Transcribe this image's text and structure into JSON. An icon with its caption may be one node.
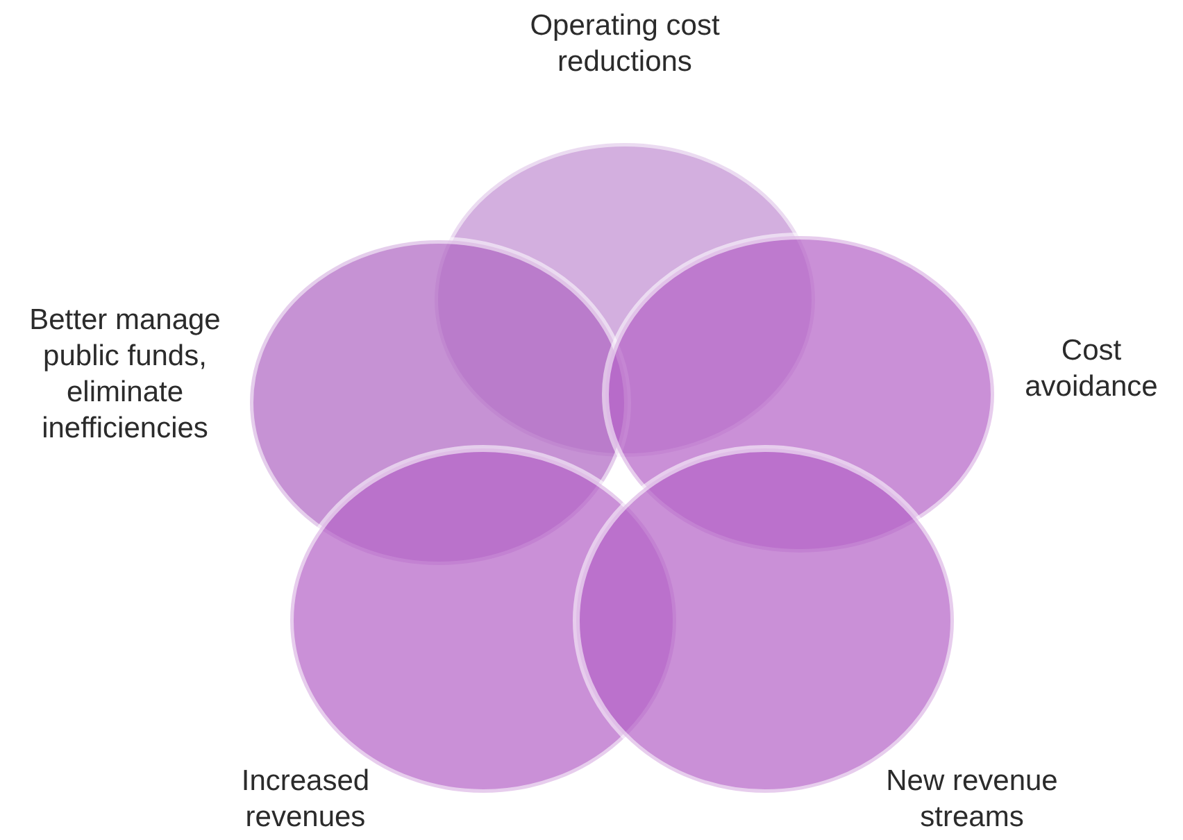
{
  "diagram": {
    "nodes": [
      {
        "text": [
          "Operating cost reductions"
        ]
      },
      {
        "text": [
          "Better manage public funds, eliminate inefficiencies"
        ]
      },
      {
        "text": [
          "Cost avoidance"
        ]
      },
      {
        "text": [
          "Increased revenues"
        ]
      },
      {
        "text": [
          "New revenue streams"
        ]
      }
    ],
    "edges": []
  }
}
